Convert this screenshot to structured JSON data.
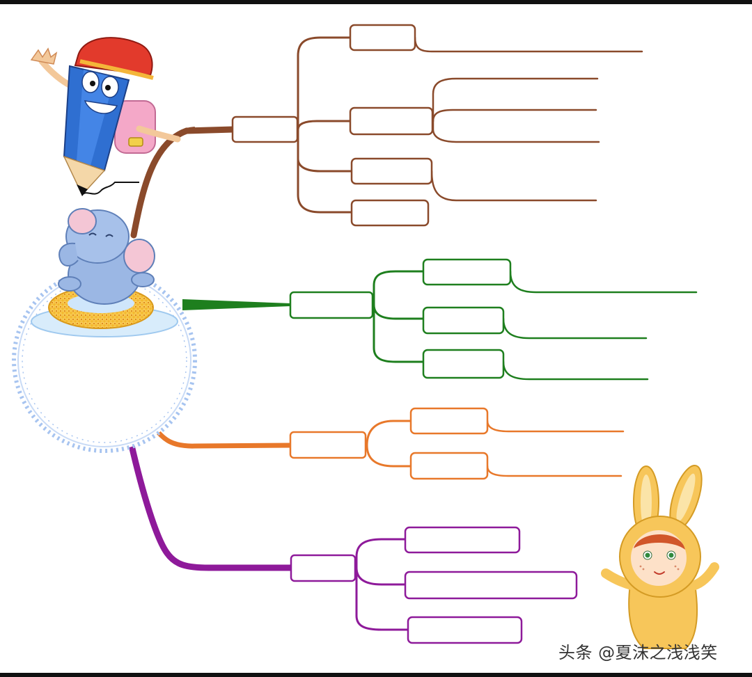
{
  "colors": {
    "brown": "#8a4a2b",
    "green": "#1e7f1e",
    "orange": "#e8782a",
    "purple": "#8e1a9a",
    "bubble_border": "#a7c4f0",
    "elephant": "#9bb7e4",
    "pencil": "#2f6fd1",
    "cap": "#e23a2c",
    "rabbit": "#f7c65a"
  },
  "watermark": {
    "text": "头条 @夏沫之浅浅笑"
  },
  "mindmap": {
    "center": {
      "label": "",
      "icon": "elephant-in-swim-ring-icon"
    },
    "branches": [
      {
        "color": "brown",
        "label": "",
        "children": [
          {
            "label": "",
            "leaves": 1
          },
          {
            "label": "",
            "leaves": 3
          },
          {
            "label": "",
            "leaves": 1
          },
          {
            "label": "",
            "leaves": 0
          }
        ]
      },
      {
        "color": "green",
        "label": "",
        "children": [
          {
            "label": "",
            "leaves": 1
          },
          {
            "label": "",
            "leaves": 1
          },
          {
            "label": "",
            "leaves": 1
          }
        ]
      },
      {
        "color": "orange",
        "label": "",
        "children": [
          {
            "label": "",
            "leaves": 1
          },
          {
            "label": "",
            "leaves": 1
          }
        ]
      },
      {
        "color": "purple",
        "label": "",
        "children": [
          {
            "label": "",
            "leaves": 0
          },
          {
            "label": "",
            "leaves": 0
          },
          {
            "label": "",
            "leaves": 0
          }
        ]
      }
    ]
  },
  "decorations": [
    "pencil-mascot-icon",
    "rabbit-mascot-icon"
  ]
}
